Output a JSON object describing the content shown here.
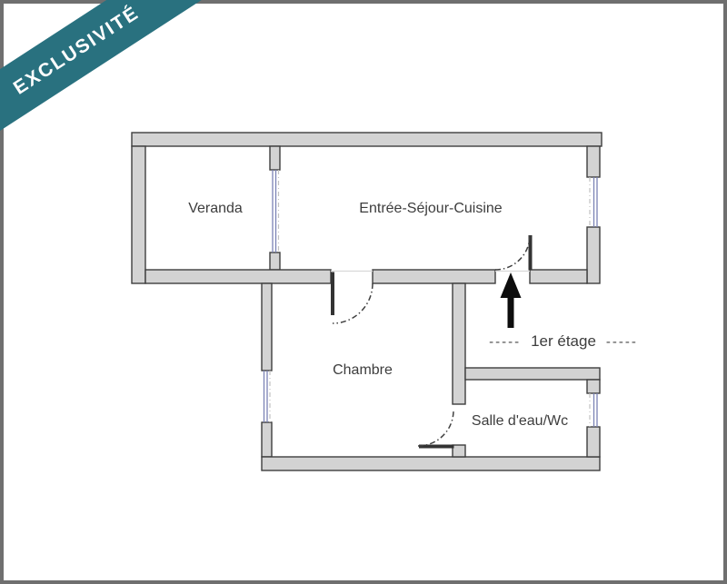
{
  "banner": {
    "label": "EXCLUSIVITÉ",
    "background_color": "#29717f",
    "text_color": "#ffffff"
  },
  "floor_plan": {
    "rooms": [
      {
        "name": "Veranda"
      },
      {
        "name": "Entrée-Séjour-Cuisine"
      },
      {
        "name": "Chambre"
      },
      {
        "name": "Salle d'eau/Wc"
      }
    ],
    "level_label": {
      "dash_left": "-----",
      "text": "1er étage",
      "dash_right": "-----"
    },
    "colors": {
      "wall_fill": "#d3d3d3",
      "wall_outline": "#3e3e3e",
      "window_glazing": "#7b83b5",
      "window_dash": "#c2c2c2",
      "arrow": "#0d0d0d",
      "frame": "#6f6f6f"
    }
  }
}
